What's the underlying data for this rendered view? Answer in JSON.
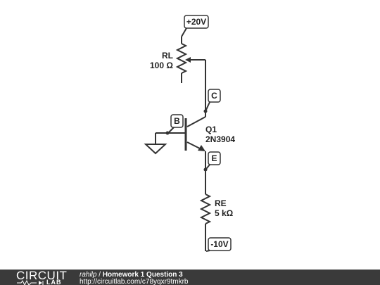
{
  "labels": {
    "supply_pos": "+20V",
    "supply_neg": "-10V",
    "node_collector": "C",
    "node_base": "B",
    "node_emitter": "E"
  },
  "components": {
    "rl": {
      "name": "RL",
      "value": "100 Ω"
    },
    "q1": {
      "name": "Q1",
      "model": "2N3904"
    },
    "re": {
      "name": "RE",
      "value": "5 kΩ"
    }
  },
  "footer": {
    "logo_top": "CIRCUIT",
    "logo_bottom": "LAB",
    "author": "rahilp",
    "separator": " / ",
    "title": "Homework 1 Question 3",
    "url": "http://circuitlab.com/c78yqxr9tmkrb"
  },
  "colors": {
    "wire": "#333333",
    "footer_bg": "#3a3a3a",
    "text": "#222222"
  }
}
